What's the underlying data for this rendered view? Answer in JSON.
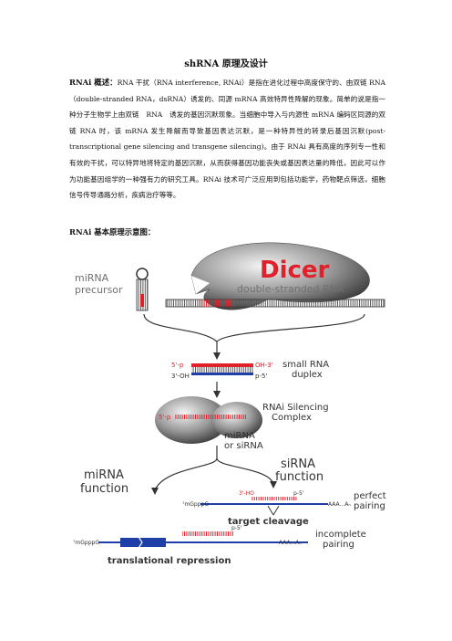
{
  "doc": {
    "title": "shRNA 原理及设计",
    "intro_heading": "RNAi 概述：",
    "intro_text": "RNA 干扰（RNA interference, RNAi）是指在进化过程中高度保守的、由双链 RNA（double-stranded RNA，dsRNA）诱发的、同源 mRNA 高效特异性降解的现象。简单的说是指一种分子生物学上由双链　RNA　诱发的基因沉默现象。当细胞中导入与内源性 mRNA 编码区同源的双链 RNA 时，该 mRNA 发生降解而导致基因表达沉默，是一种特异性的转录后基因沉默(post-transcriptional gene silencing and transgene silencing)。由于 RNAi 具有高度的序列专一性和有效的干扰，可以特异地将特定的基因沉默，从而获得基因功能丧失或基因表达量的降低，因此可以作为功能基因组学的一种强有力的研究工具。RNAi 技术可广泛应用到包括功能学，药物靶点筛选，细胞信号传导通路分析，疾病治疗等等。",
    "figure_heading": "RNAi 基本原理示意图："
  },
  "figure": {
    "dicer": "Dicer",
    "mirna_precursor_1": "miRNA",
    "mirna_precursor_2": "precursor",
    "dsrna": "double-stranded RNA",
    "end_5p": "5'-p",
    "end_oh3": "OH-3'",
    "end_3oh": "3'-OH",
    "end_p5": "p-5'",
    "small_rna_1": "small RNA",
    "small_rna_2": "duplex",
    "risc_1": "RNAi Silencing",
    "risc_2": "Complex",
    "risc_5p": "5'-p",
    "mirna_or_sirna_1": "miRNA",
    "mirna_or_sirna_2": "or siRNA",
    "mirna_function_1": "miRNA",
    "mirna_function_2": "function",
    "sirna_function_1": "siRNA",
    "sirna_function_2": "function",
    "ho3": "3'-HO",
    "p5_a": "p-5'",
    "cap_a": "⁷mGpppG",
    "polya_a": "AAA...Aₙ",
    "perfect_1": "perfect",
    "perfect_2": "pairing",
    "target_cleavage": "target cleavage",
    "p5_b": "p-5'",
    "cap_b": "⁷mGpppG",
    "polya_b": "AAA...Aₙ",
    "incomplete_1": "incomplete",
    "incomplete_2": "pairing",
    "translational_repression": "translational repression",
    "colors": {
      "red": "#e0202a",
      "blue": "#1f3fa8",
      "grey": "#707070"
    }
  }
}
